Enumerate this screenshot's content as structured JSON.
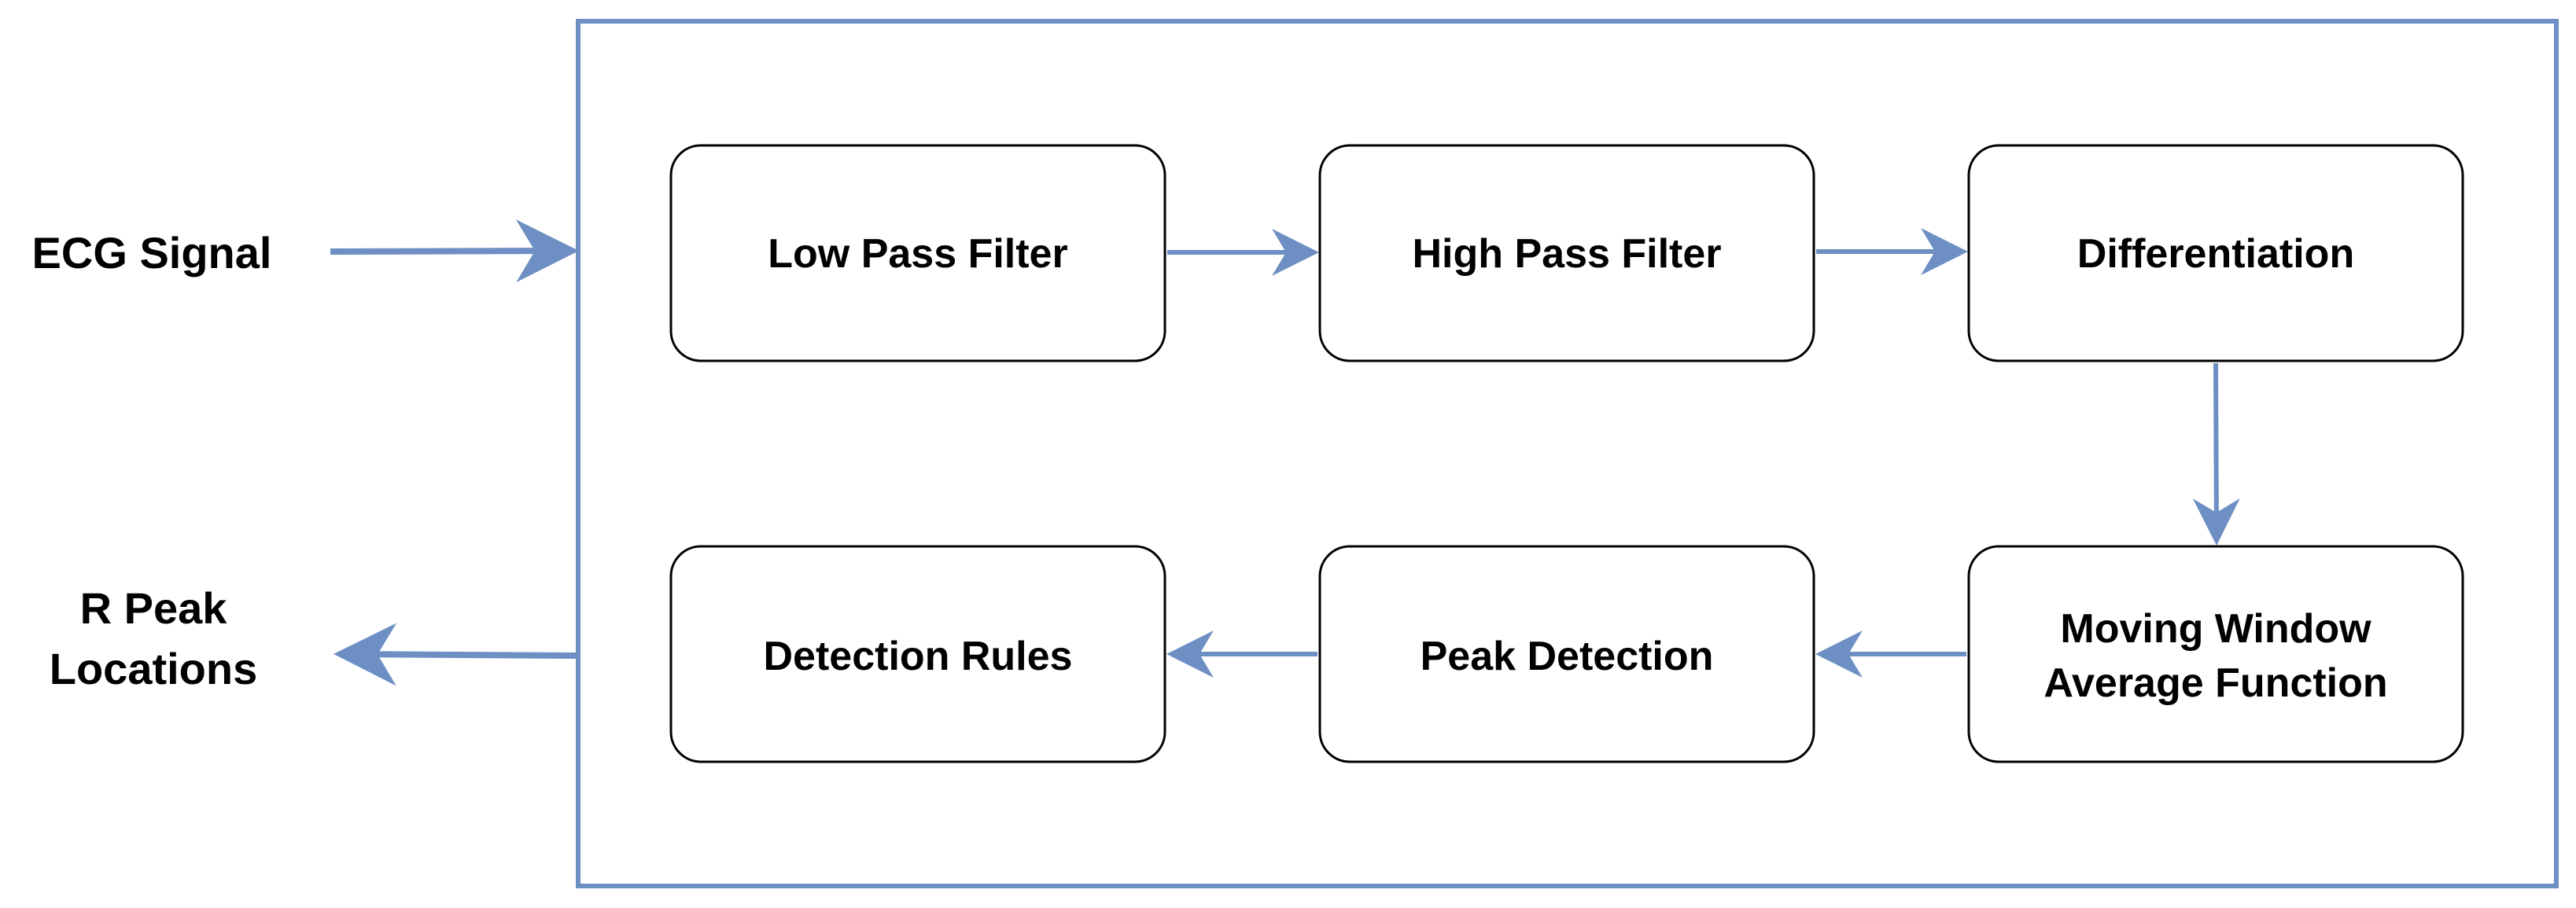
{
  "diagram": {
    "input_label": "ECG Signal",
    "output_label_line1": "R Peak",
    "output_label_line2": "Locations",
    "nodes": {
      "low_pass": "Low Pass Filter",
      "high_pass": "High Pass Filter",
      "differentiation": "Differentiation",
      "moving_window_line1": "Moving Window",
      "moving_window_line2": "Average Function",
      "peak_detection": "Peak Detection",
      "detection_rules": "Detection Rules"
    },
    "colors": {
      "arrow": "#6e8fc4",
      "frame": "#6e8fc4",
      "box_stroke": "#000000",
      "text": "#000000"
    }
  }
}
